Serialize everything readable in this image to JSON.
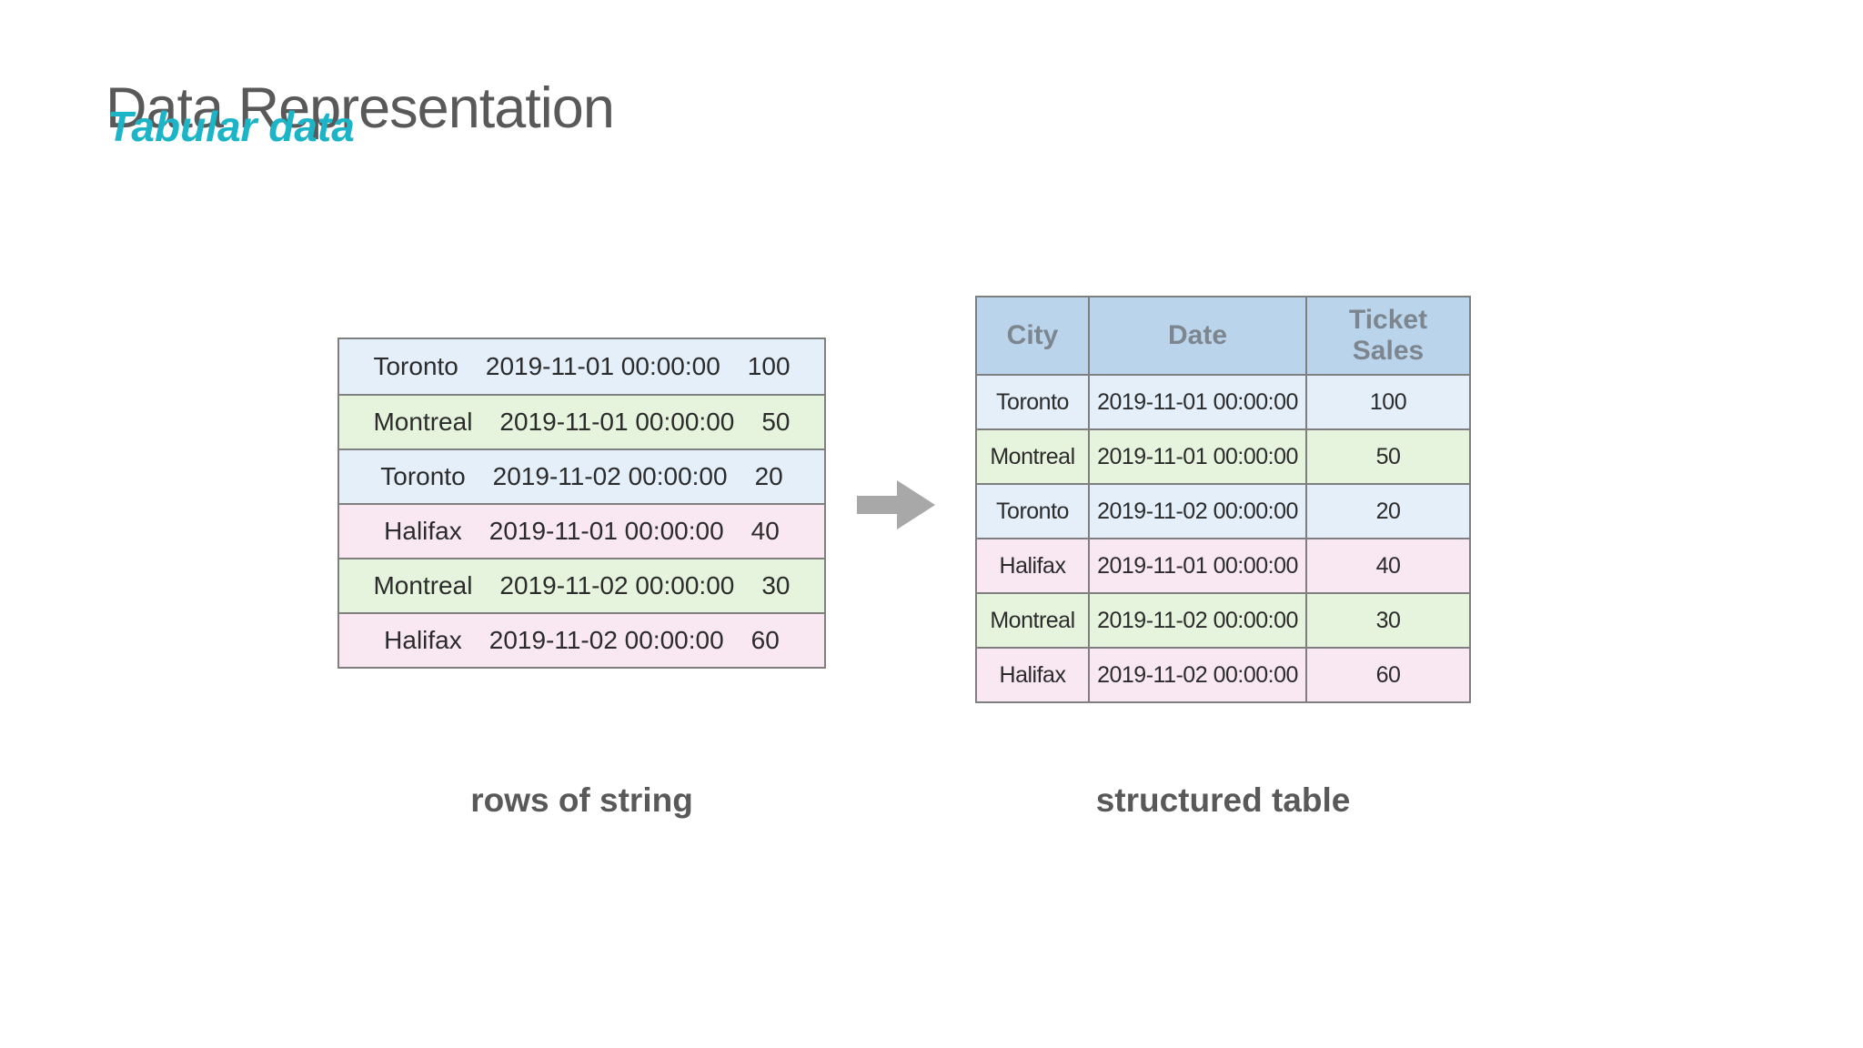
{
  "slide": {
    "title": "Data Representation",
    "subtitle": "Tabular data"
  },
  "left_panel": {
    "caption": "rows of string",
    "rows": [
      {
        "city": "Toronto",
        "date": "2019-11-01 00:00:00",
        "value": "100",
        "tint": "blue"
      },
      {
        "city": "Montreal",
        "date": "2019-11-01 00:00:00",
        "value": "50",
        "tint": "green"
      },
      {
        "city": "Toronto",
        "date": "2019-11-02 00:00:00",
        "value": "20",
        "tint": "blue"
      },
      {
        "city": "Halifax",
        "date": "2019-11-01 00:00:00",
        "value": "40",
        "tint": "pink"
      },
      {
        "city": "Montreal",
        "date": "2019-11-02 00:00:00",
        "value": "30",
        "tint": "green"
      },
      {
        "city": "Halifax",
        "date": "2019-11-02 00:00:00",
        "value": "60",
        "tint": "pink"
      }
    ]
  },
  "right_panel": {
    "caption": "structured table",
    "headers": [
      "City",
      "Date",
      "Ticket Sales"
    ],
    "rows": [
      {
        "city": "Toronto",
        "date": "2019-11-01 00:00:00",
        "value": "100",
        "tint": "blue"
      },
      {
        "city": "Montreal",
        "date": "2019-11-01 00:00:00",
        "value": "50",
        "tint": "green"
      },
      {
        "city": "Toronto",
        "date": "2019-11-02 00:00:00",
        "value": "20",
        "tint": "blue"
      },
      {
        "city": "Halifax",
        "date": "2019-11-01 00:00:00",
        "value": "40",
        "tint": "pink"
      },
      {
        "city": "Montreal",
        "date": "2019-11-02 00:00:00",
        "value": "30",
        "tint": "green"
      },
      {
        "city": "Halifax",
        "date": "2019-11-02 00:00:00",
        "value": "60",
        "tint": "pink"
      }
    ]
  },
  "colors": {
    "accent_teal": "#1cb4c7",
    "title_gray": "#595959",
    "cell_text": "#2b2b2b",
    "header_text": "#7d868e",
    "border_gray": "#7f7f7f",
    "header_blue": "#bad5eb",
    "row_blue": "#e4effa",
    "row_green": "#e7f4dd",
    "row_pink": "#f9e8f2",
    "arrow_gray": "#a8a8a8"
  }
}
